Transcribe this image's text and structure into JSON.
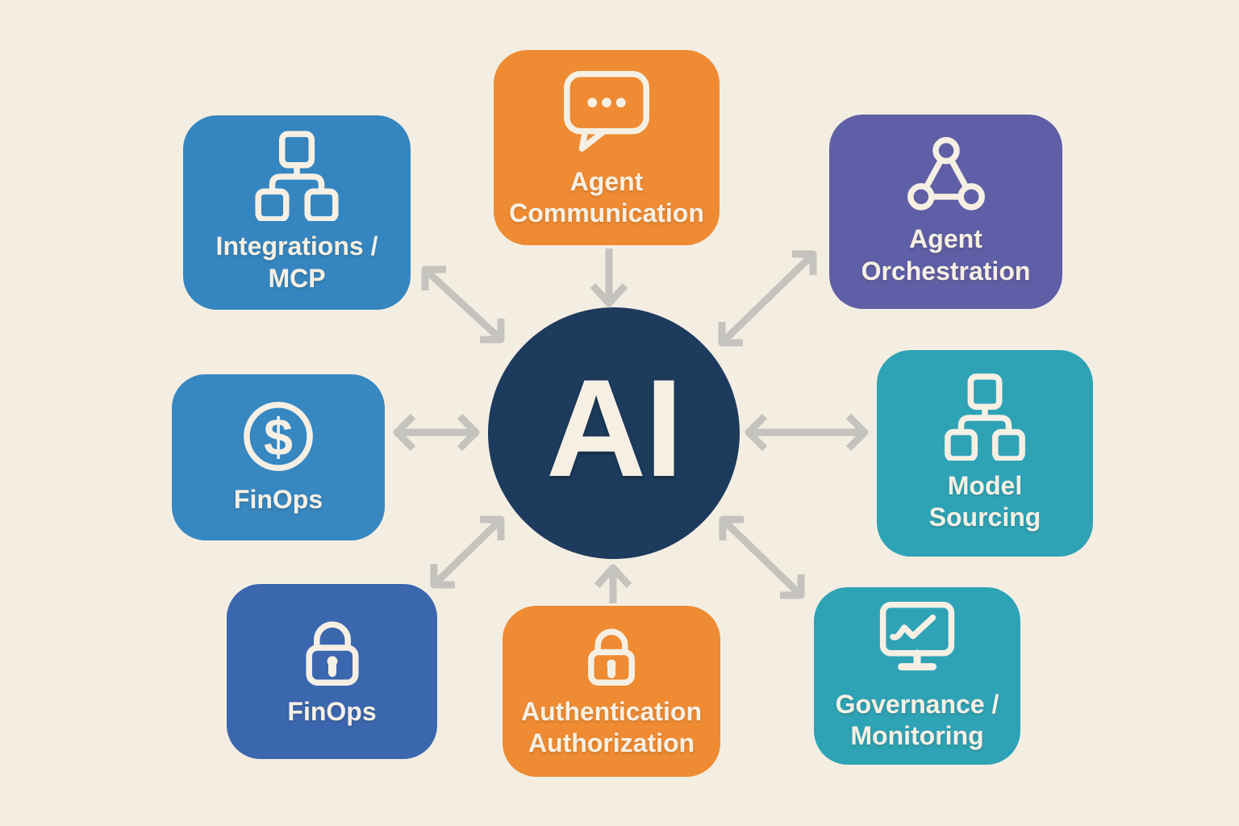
{
  "diagram": {
    "title": "AI hub-and-spoke capability diagram",
    "background_color": "#f4eee2",
    "arrow_color": "#c5c3bd",
    "text_color": "#f6f0e4",
    "center": {
      "label": "AI",
      "color": "#1d3b5d"
    },
    "nodes": [
      {
        "id": "integrations-mcp",
        "label": "Integrations /\nMCP",
        "color": "#3586c0",
        "icon": "sitemap-icon",
        "position": "top-left"
      },
      {
        "id": "agent-communication",
        "label": "Agent\nCommunication",
        "color": "#ee8b33",
        "icon": "chat-bubble-icon",
        "position": "top-center"
      },
      {
        "id": "agent-orchestration",
        "label": "Agent\nOrchestration",
        "color": "#5f5fa7",
        "icon": "network-triangle-icon",
        "position": "top-right"
      },
      {
        "id": "finops",
        "label": "FinOps",
        "color": "#3787c1",
        "icon": "dollar-circle-icon",
        "position": "middle-left"
      },
      {
        "id": "model-sourcing",
        "label": "Model\nSourcing",
        "color": "#2fa3b6",
        "icon": "sitemap-icon",
        "position": "middle-right"
      },
      {
        "id": "finops-security",
        "label": "FinOps",
        "color": "#3b67af",
        "icon": "lock-icon",
        "position": "bottom-left"
      },
      {
        "id": "authentication-authorization",
        "label": "Authentication\nAuthorization",
        "color": "#ee8b33",
        "icon": "lock-icon",
        "position": "bottom-center"
      },
      {
        "id": "governance-monitoring",
        "label": "Governance /\nMonitoring",
        "color": "#2fa3b6",
        "icon": "monitor-chart-icon",
        "position": "bottom-right"
      }
    ],
    "connections": [
      {
        "from": "integrations-mcp",
        "to": "center",
        "heads": "both"
      },
      {
        "from": "agent-communication",
        "to": "center",
        "heads": "to-center"
      },
      {
        "from": "agent-orchestration",
        "to": "center",
        "heads": "both"
      },
      {
        "from": "finops",
        "to": "center",
        "heads": "both"
      },
      {
        "from": "model-sourcing",
        "to": "center",
        "heads": "both"
      },
      {
        "from": "finops-security",
        "to": "center",
        "heads": "both"
      },
      {
        "from": "authentication-authorization",
        "to": "center",
        "heads": "to-center"
      },
      {
        "from": "governance-monitoring",
        "to": "center",
        "heads": "both"
      }
    ]
  }
}
